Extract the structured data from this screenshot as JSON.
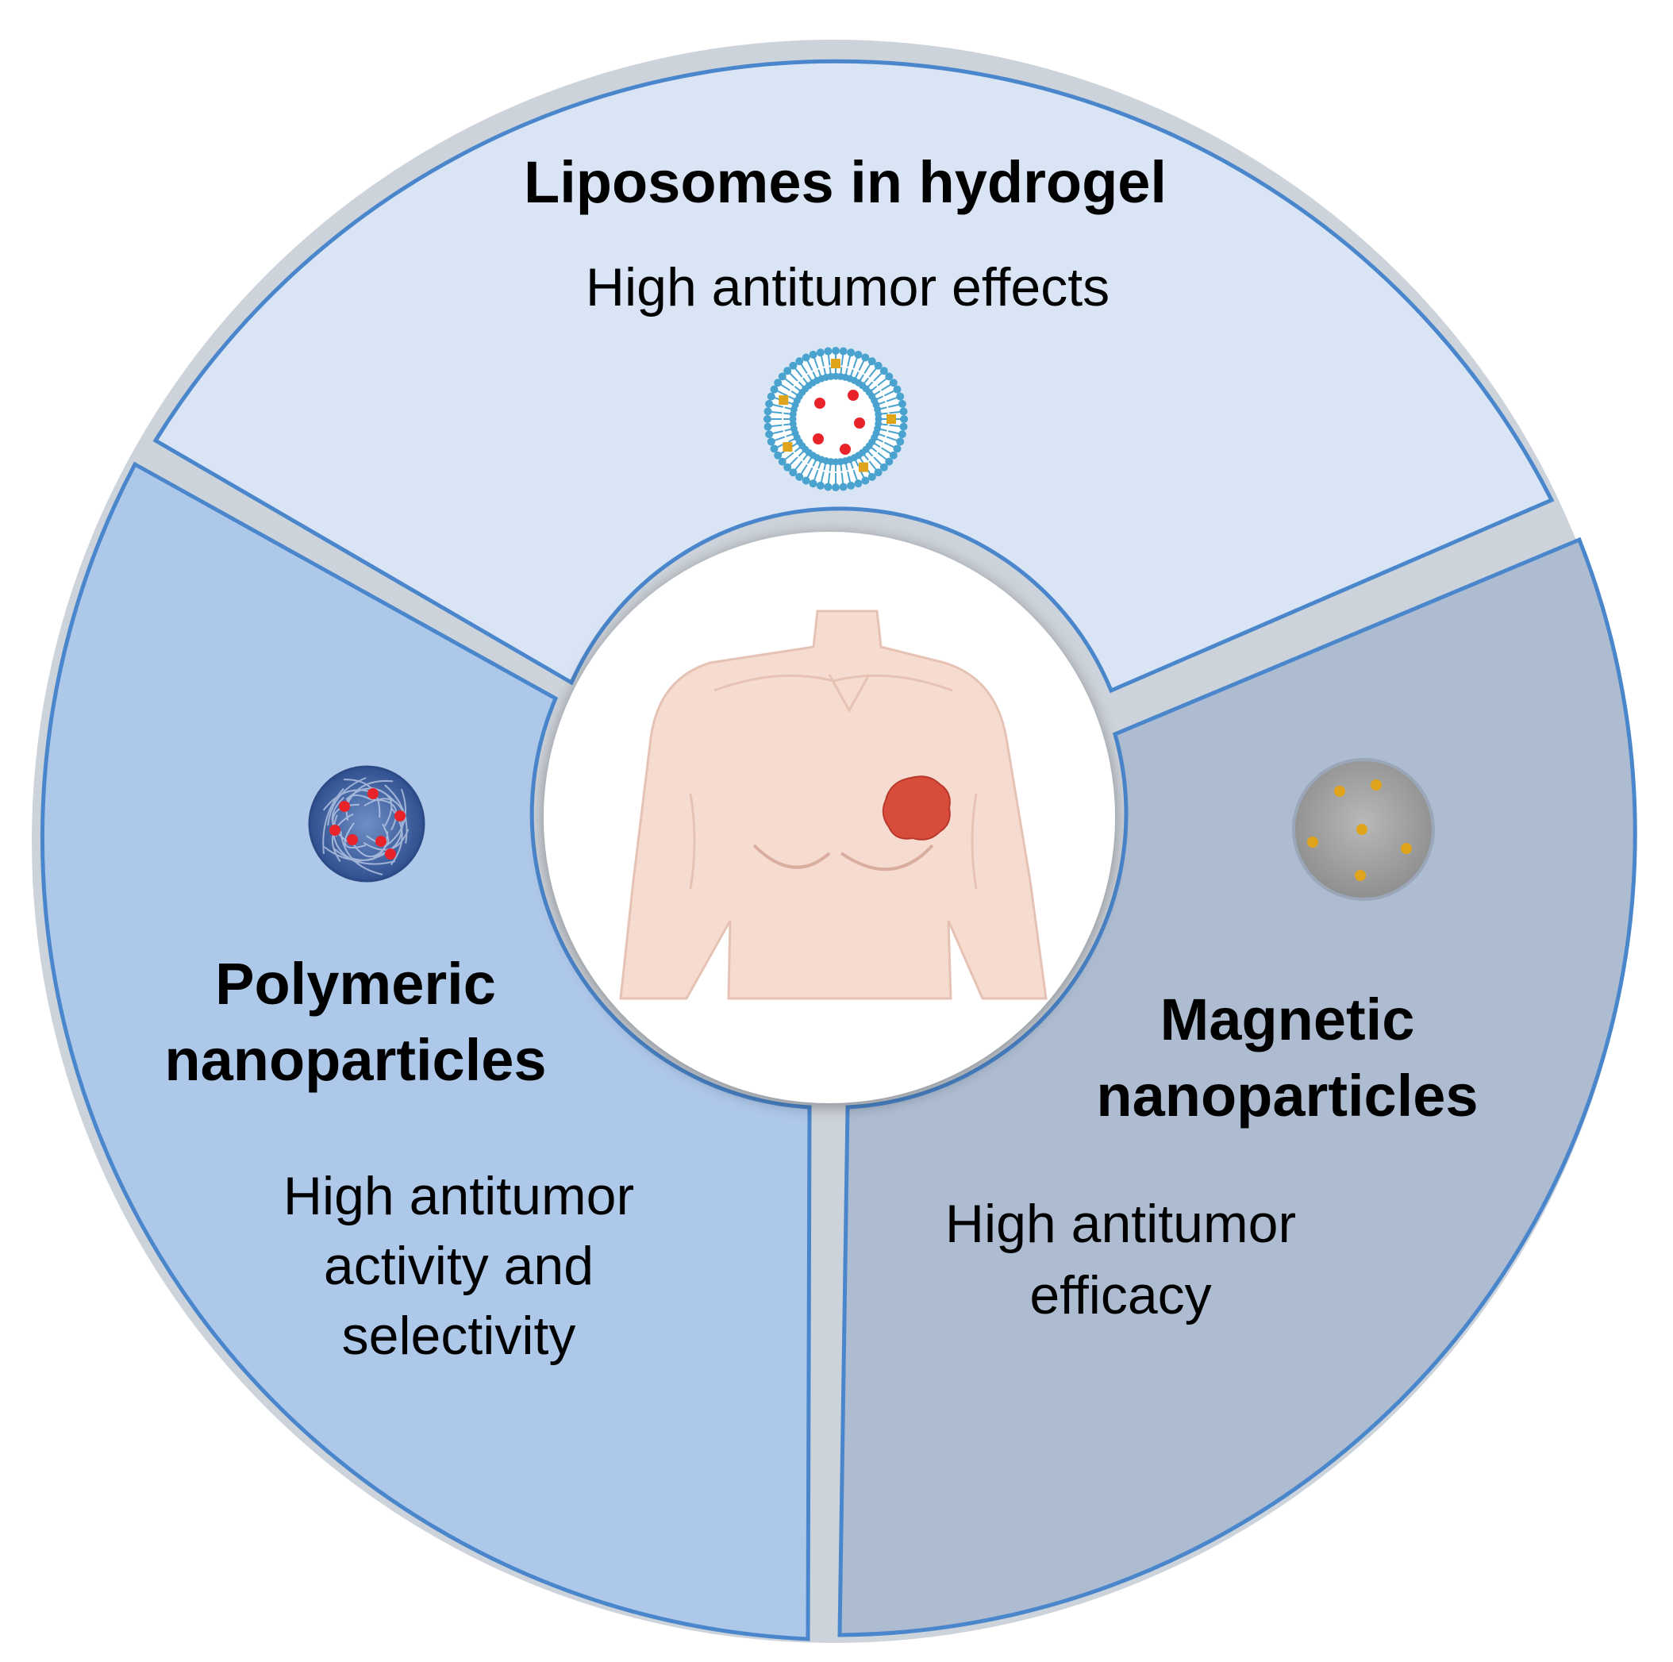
{
  "diagram": {
    "center_icon": "torso-with-breast-tumor-icon",
    "segments": [
      {
        "id": "liposomes",
        "title_lines": [
          "Liposomes in hydrogel"
        ],
        "desc_lines": [
          "High antitumor effects"
        ],
        "fill": "#d9e4f5",
        "icon": "liposome-icon"
      },
      {
        "id": "polymeric",
        "title_lines": [
          "Polymeric",
          "nanoparticles"
        ],
        "desc_lines": [
          "High antitumor",
          "activity and",
          "selectivity"
        ],
        "fill": "#aec8ea",
        "icon": "polymeric-nanoparticle-icon"
      },
      {
        "id": "magnetic",
        "title_lines": [
          "Magnetic",
          "nanoparticles"
        ],
        "desc_lines": [
          "High antitumor",
          "efficacy"
        ],
        "fill": "#adbcd1",
        "icon": "magnetic-nanoparticle-icon"
      }
    ],
    "colors": {
      "outline": "#4a86cc",
      "gap": "#cdd3da",
      "skin": "#f6dcd0",
      "tumor": "#d84c3c",
      "drug": "#e8242a",
      "gold": "#e0a41c"
    }
  }
}
